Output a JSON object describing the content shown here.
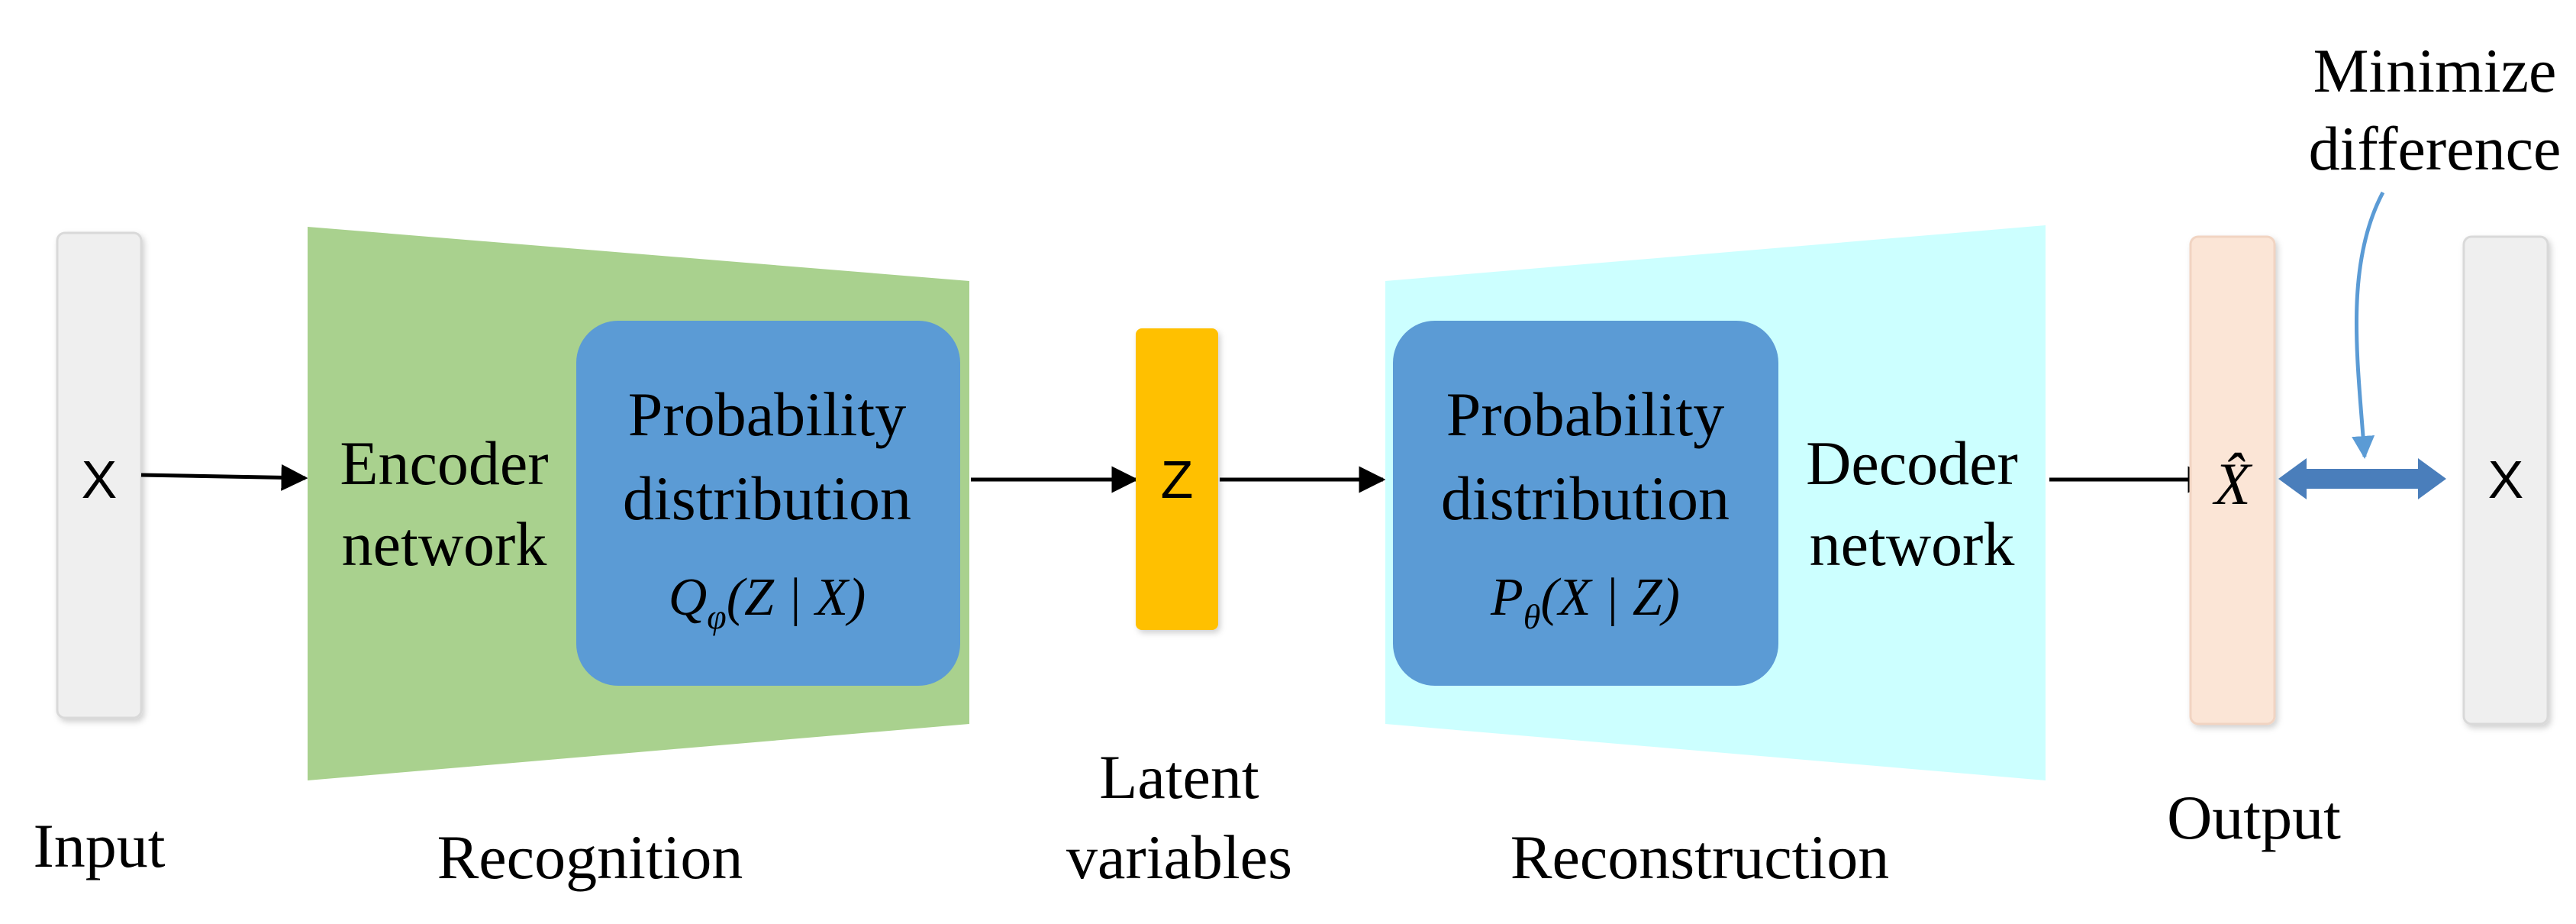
{
  "input": {
    "symbol": "X",
    "caption": "Input"
  },
  "encoder": {
    "label_line1": "Encoder",
    "label_line2": "network",
    "caption": "Recognition",
    "color": "#a9d18e",
    "box": {
      "line1": "Probability",
      "line2": "distribution",
      "formula_base": "Q",
      "formula_sub": "φ",
      "formula_args": "(Z | X)"
    }
  },
  "latent": {
    "symbol": "Z",
    "caption_line1": "Latent",
    "caption_line2": "variables",
    "color": "#ffc000"
  },
  "decoder": {
    "label_line1": "Decoder",
    "label_line2": "network",
    "caption": "Reconstruction",
    "color": "#ccffff",
    "box": {
      "line1": "Probability",
      "line2": "distribution",
      "formula_base": "P",
      "formula_sub": "θ",
      "formula_args": "(X | Z)"
    }
  },
  "output": {
    "symbol": "X̂",
    "caption": "Output",
    "color": "#fbe5d6"
  },
  "target": {
    "symbol": "X"
  },
  "annotation": {
    "line1": "Minimize",
    "line2": "difference"
  },
  "colors": {
    "prob_box": "#5b9bd5",
    "input_bar": "#efefef",
    "double_arrow": "#4a7ebb",
    "callout_line": "#5b9bd5"
  }
}
